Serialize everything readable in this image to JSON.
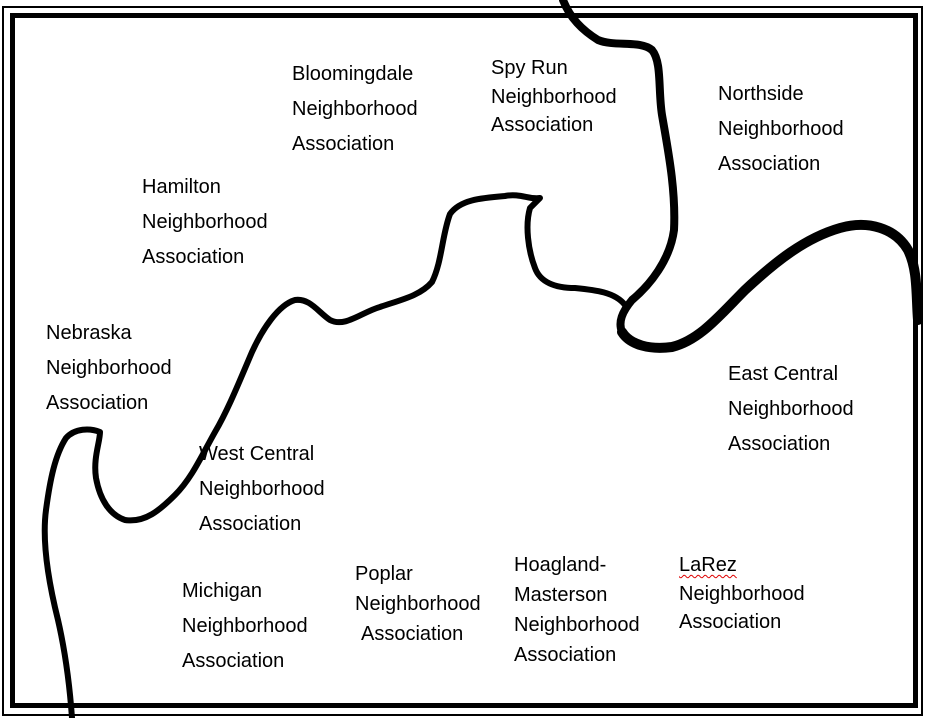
{
  "title": "Neighborhood Associations Map",
  "labels": {
    "bloomingdale": [
      "Bloomingdale",
      "Neighborhood",
      "Association"
    ],
    "spy_run": [
      "Spy Run",
      "Neighborhood",
      "Association"
    ],
    "northside": [
      "Northside",
      "Neighborhood",
      "Association"
    ],
    "hamilton": [
      "Hamilton",
      "Neighborhood",
      "Association"
    ],
    "nebraska": [
      "Nebraska",
      "Neighborhood",
      "Association"
    ],
    "east_central": [
      "East Central",
      "Neighborhood",
      "Association"
    ],
    "west_central": [
      "West Central",
      "Neighborhood",
      "Association"
    ],
    "michigan": [
      "Michigan",
      "Neighborhood",
      "Association"
    ],
    "poplar": [
      "Poplar",
      "Neighborhood",
      "Association"
    ],
    "hoagland_masterson": [
      "Hoagland-",
      "Masterson",
      "Neighborhood",
      "Association"
    ],
    "larez": [
      "LaRez",
      "Neighborhood",
      "Association"
    ]
  },
  "colors": {
    "line": "#000000",
    "background": "#ffffff",
    "spellcheck": "#dd0000"
  }
}
